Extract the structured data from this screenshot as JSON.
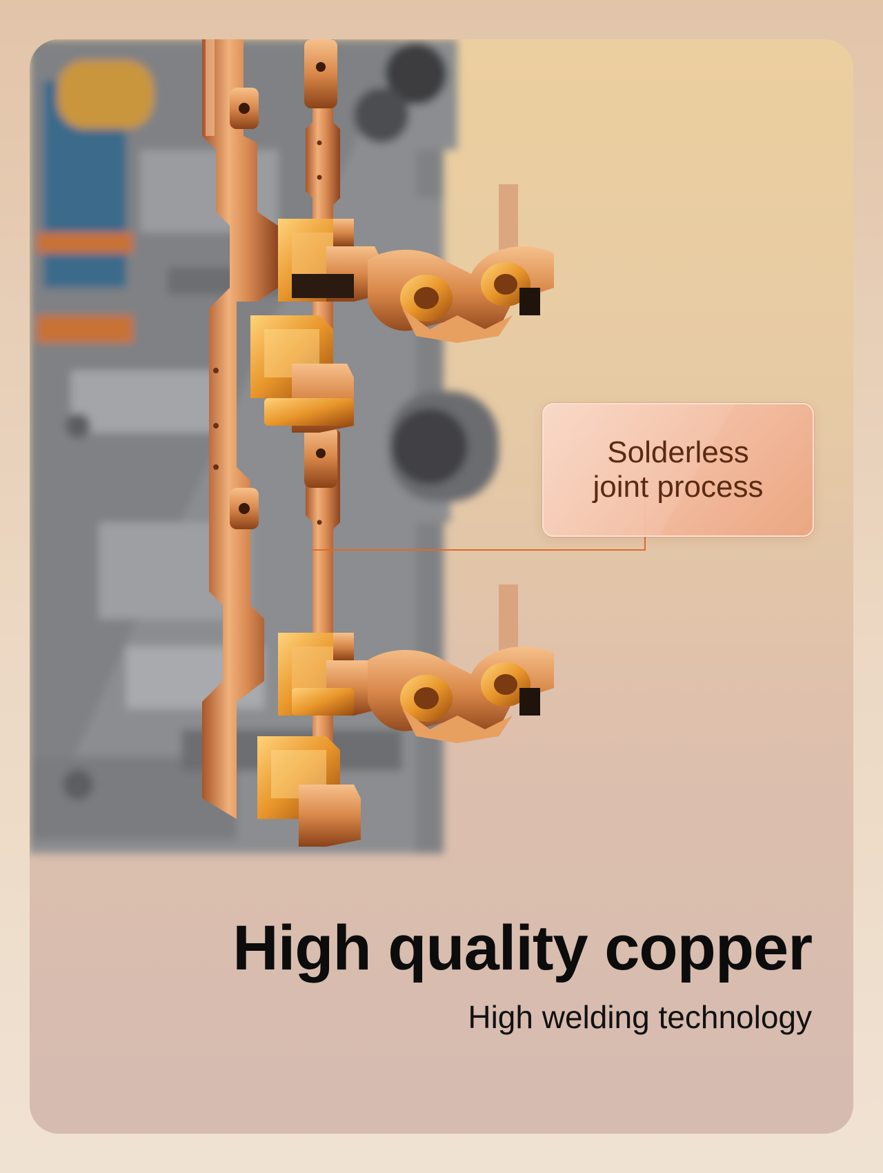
{
  "callout": {
    "line1": "Solderless",
    "line2": "joint process"
  },
  "headline": "High quality copper",
  "subheadline": "High welding technology",
  "colors": {
    "copper": "#d98a52",
    "callout_border": "#e07a3f",
    "leader_line": "#e06a2a",
    "housing_gray": "#8e9092"
  }
}
